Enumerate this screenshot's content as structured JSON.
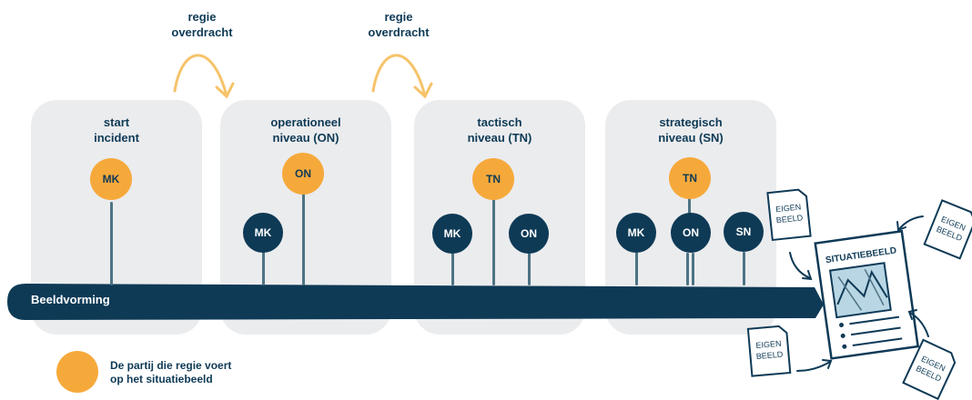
{
  "handovers": [
    {
      "line1": "regie",
      "line2": "overdracht"
    },
    {
      "line1": "regie",
      "line2": "overdracht"
    }
  ],
  "panels": [
    {
      "title_line1": "start",
      "title_line2": "incident",
      "lead": "MK",
      "parties": []
    },
    {
      "title_line1": "operationeel",
      "title_line2": "niveau (ON)",
      "lead": "ON",
      "parties": [
        "MK"
      ]
    },
    {
      "title_line1": "tactisch",
      "title_line2": "niveau (TN)",
      "lead": "TN",
      "parties": [
        "MK",
        "ON"
      ]
    },
    {
      "title_line1": "strategisch",
      "title_line2": "niveau (SN)",
      "lead": "TN",
      "parties": [
        "MK",
        "ON",
        "SN"
      ]
    }
  ],
  "bar_label": "Beeldvorming",
  "legend": {
    "line1": "De partij die regie voert",
    "line2": "op het situatiebeeld"
  },
  "illustration": {
    "sheet_title": "SITUATIEBEELD",
    "own_picture_line1": "EIGEN",
    "own_picture_line2": "BEELD"
  },
  "colors": {
    "lead": "#f6a93b",
    "party": "#0e3a56",
    "panel": "#ebecee",
    "bar": "#0e3a56",
    "arrow": "#f6c36a"
  }
}
